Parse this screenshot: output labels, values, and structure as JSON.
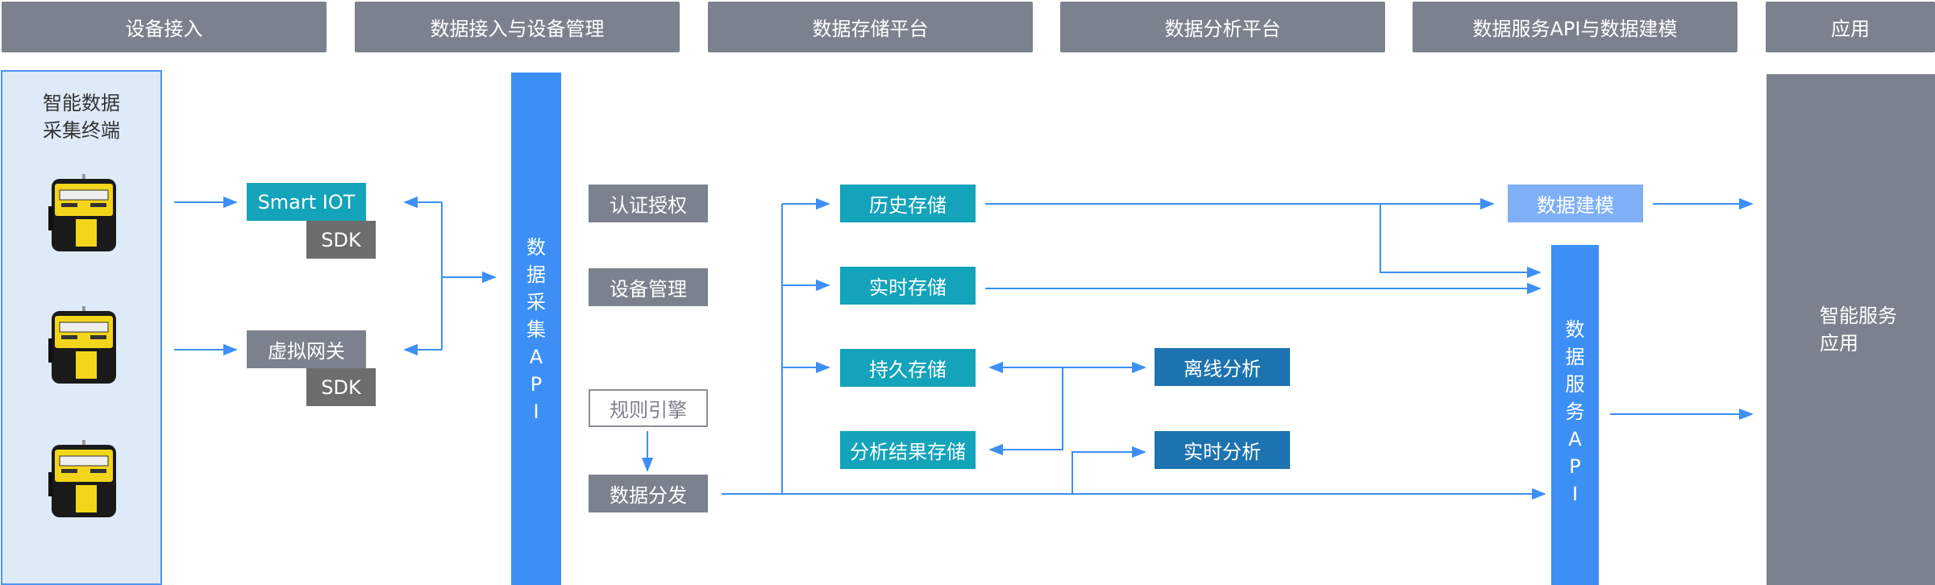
{
  "headers": {
    "device_access": "设备接入",
    "data_access_device_mgmt": "数据接入与设备管理",
    "storage_platform": "数据存储平台",
    "analysis_platform": "数据分析平台",
    "service_api_modeling": "数据服务API与数据建模",
    "application": "应用"
  },
  "terminal": {
    "title_line1": "智能数据",
    "title_line2": "采集终端"
  },
  "access": {
    "smart_iot": "Smart IOT",
    "sdk_top": "SDK",
    "virtual_gateway": "虚拟网关",
    "sdk_bottom": "SDK"
  },
  "collect_api": {
    "chars": [
      "数",
      "据",
      "采",
      "集",
      "A",
      "P",
      "I"
    ]
  },
  "management": {
    "auth": "认证授权",
    "device_mgmt": "设备管理",
    "rule_engine": "规则引擎",
    "data_dispatch": "数据分发"
  },
  "storage": {
    "history": "历史存储",
    "realtime": "实时存储",
    "persistent": "持久存储",
    "analysis_result": "分析结果存储"
  },
  "analysis": {
    "offline": "离线分析",
    "realtime": "实时分析"
  },
  "modeling": {
    "label": "数据建模"
  },
  "service_api": {
    "chars": [
      "数",
      "据",
      "服",
      "务",
      "A",
      "P",
      "I"
    ]
  },
  "app": {
    "line1": "智能服务",
    "line2": "应用"
  },
  "colors": {
    "header": "#7b828e",
    "teal": "#13a3ba",
    "blue_bar": "#3d8ff6",
    "dark_blue": "#1d73b0",
    "light_blue": "#7fb0f5",
    "arrow": "#3d8ff6"
  },
  "icons": {
    "device": "data-collector-device-icon"
  }
}
